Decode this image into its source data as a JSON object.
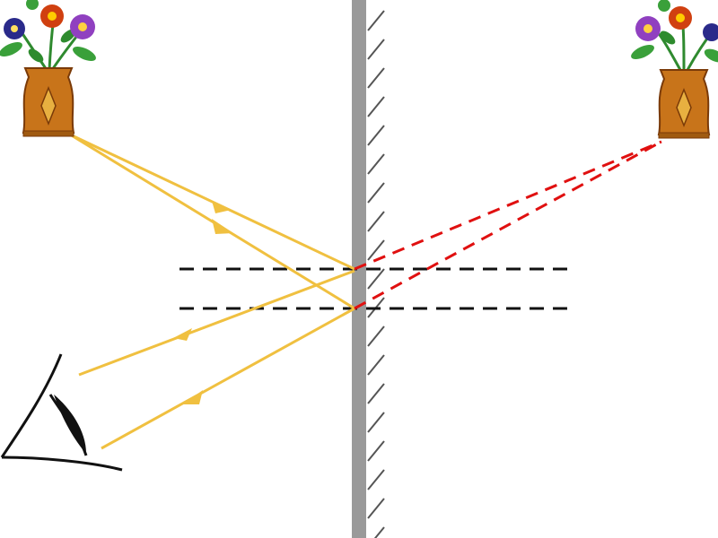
{
  "diagram": {
    "kind": "plane-mirror-reflection",
    "colors": {
      "background": "#ffffff",
      "mirror": "#9a9a9a",
      "mirror_hatch": "#555555",
      "incident_ray": "#f0c040",
      "virtual_ray": "#e01010",
      "normal_line": "#111111",
      "vase": "#c8741a",
      "vase_dark": "#7a3a08",
      "eye": "#111111"
    },
    "icons": {
      "object": "flower-vase-icon",
      "image": "flower-vase-image-icon",
      "observer": "eye-icon"
    },
    "parts": [
      "object-vase",
      "plane-mirror",
      "normal-line-1",
      "normal-line-2",
      "incident-ray-1",
      "incident-ray-2",
      "reflected-ray-1",
      "reflected-ray-2",
      "virtual-ray-1",
      "virtual-ray-2",
      "image-vase",
      "eye"
    ]
  }
}
